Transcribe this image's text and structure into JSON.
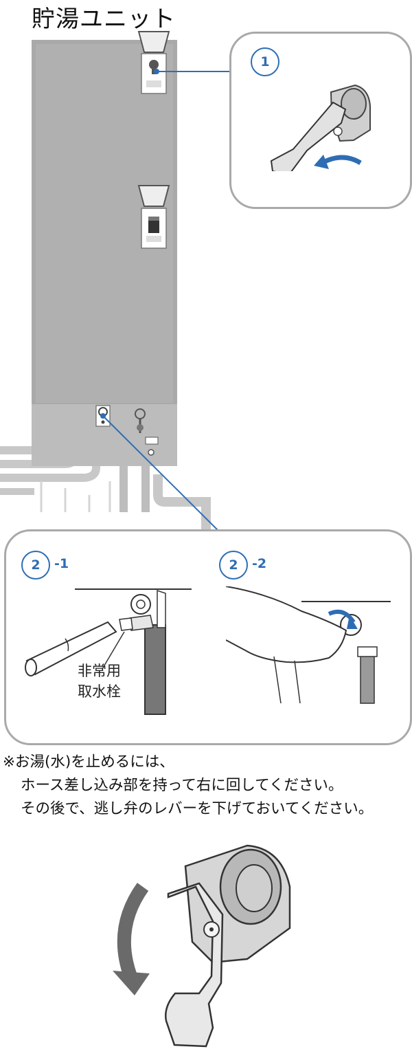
{
  "title": "貯湯ユニット",
  "callout1": {
    "badge": "1"
  },
  "callout2": {
    "step1": {
      "badge": "2",
      "suffix": "-1"
    },
    "step2": {
      "badge": "2",
      "suffix": "-2"
    },
    "valve_label_line1": "非常用",
    "valve_label_line2": "取水栓"
  },
  "note": {
    "line1": "※お湯(水)を止めるには、",
    "line2": "ホース差し込み部を持って右に回してください。",
    "line3": "その後で、逃し弁のレバーを下げておいてください。"
  },
  "colors": {
    "accent_blue": "#2e6db4",
    "tank_gray": "#a9a9a9",
    "callout_border": "#a9a9a9",
    "pipe_dark": "#4a4a4a",
    "pipe_light": "#c8c8c8"
  },
  "icons": [
    "rotate-arrow-icon",
    "lever-down-arrow-icon"
  ]
}
